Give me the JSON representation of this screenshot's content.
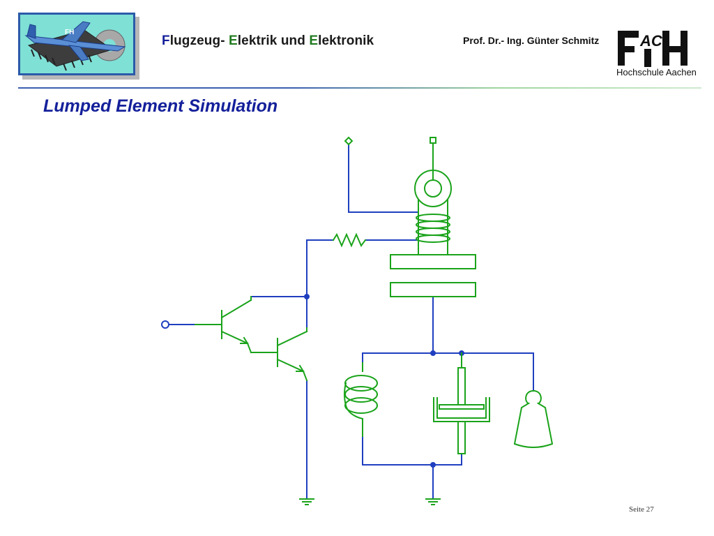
{
  "header": {
    "course_title_parts": [
      {
        "text": "F",
        "accent": true
      },
      {
        "text": "lugzeug- ",
        "accent": false
      },
      {
        "text": "E",
        "accent": true
      },
      {
        "text": "lektrik und ",
        "accent": false
      },
      {
        "text": "E",
        "accent": true
      },
      {
        "text": "lektronik",
        "accent": false
      }
    ],
    "author": "Prof. Dr.- Ing. Günter Schmitz",
    "institution_logo_text": "FH AC",
    "institution_caption": "Hochschule Aachen"
  },
  "slide": {
    "title": "Lumped Element Simulation",
    "page_label": "Seite 27"
  },
  "colors": {
    "wire": "#1f3fbf",
    "component": "#1aa31a",
    "title_blue": "#14209a",
    "logo_bg": "#7fe0d6"
  }
}
